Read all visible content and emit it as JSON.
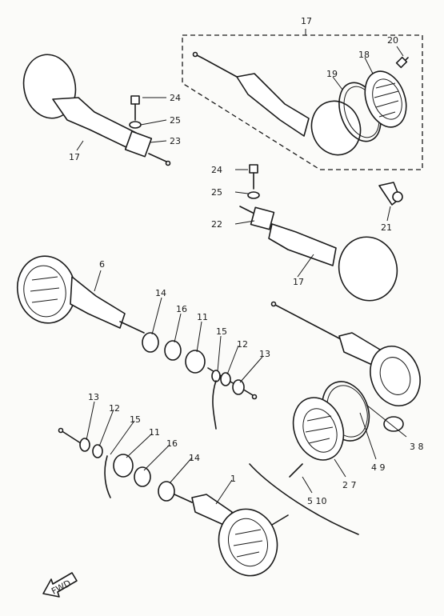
{
  "callouts": {
    "c17_top": "17",
    "c20": "20",
    "c18": "18",
    "c19": "19",
    "c24_a": "24",
    "c25_a": "25",
    "c23": "23",
    "c17_left": "17",
    "c24_b": "24",
    "c25_b": "25",
    "c22": "22",
    "c21": "21",
    "c17_mid": "17",
    "c6": "6",
    "c14_a": "14",
    "c16_a": "16",
    "c11_a": "11",
    "c15_a": "15",
    "c12_a": "12",
    "c13_a": "13",
    "c13_b": "13",
    "c12_b": "12",
    "c15_b": "15",
    "c11_b": "11",
    "c16_b": "16",
    "c14_b": "14",
    "c1": "1",
    "c38": "3 8",
    "c49": "4 9",
    "c27": "2 7",
    "c510": "5 10",
    "fwd": "FWD"
  }
}
